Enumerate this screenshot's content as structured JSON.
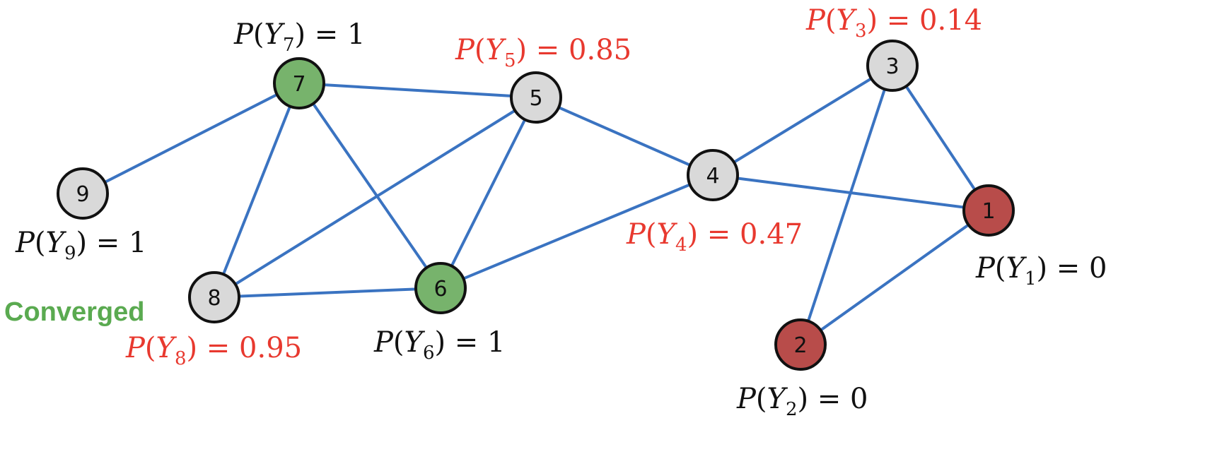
{
  "colors": {
    "edge": "#3a73c1",
    "node_unlabeled": "#d9d9d9",
    "node_converged": "#77b36c",
    "node_labeled_zero": "#b84c4a",
    "text_fixed": "#111111",
    "text_updating": "#e8392f",
    "converged_label": "#5aaa50"
  },
  "status_label": "Converged",
  "nodes": [
    {
      "id": "1",
      "state": "labeled_zero",
      "prob_var": "Y",
      "prob_sub": "1",
      "prob_value": "0",
      "text_state": "fixed"
    },
    {
      "id": "2",
      "state": "labeled_zero",
      "prob_var": "Y",
      "prob_sub": "2",
      "prob_value": "0",
      "text_state": "fixed"
    },
    {
      "id": "3",
      "state": "unlabeled",
      "prob_var": "Y",
      "prob_sub": "3",
      "prob_value": "0.14",
      "text_state": "updating"
    },
    {
      "id": "4",
      "state": "unlabeled",
      "prob_var": "Y",
      "prob_sub": "4",
      "prob_value": "0.47",
      "text_state": "updating"
    },
    {
      "id": "5",
      "state": "unlabeled",
      "prob_var": "Y",
      "prob_sub": "5",
      "prob_value": "0.85",
      "text_state": "updating"
    },
    {
      "id": "6",
      "state": "converged",
      "prob_var": "Y",
      "prob_sub": "6",
      "prob_value": "1",
      "text_state": "fixed"
    },
    {
      "id": "7",
      "state": "converged",
      "prob_var": "Y",
      "prob_sub": "7",
      "prob_value": "1",
      "text_state": "fixed"
    },
    {
      "id": "8",
      "state": "unlabeled",
      "prob_var": "Y",
      "prob_sub": "8",
      "prob_value": "0.95",
      "text_state": "updating"
    },
    {
      "id": "9",
      "state": "unlabeled",
      "prob_var": "Y",
      "prob_sub": "9",
      "prob_value": "1",
      "text_state": "fixed"
    }
  ],
  "edges": [
    [
      "7",
      "9"
    ],
    [
      "7",
      "8"
    ],
    [
      "7",
      "6"
    ],
    [
      "7",
      "5"
    ],
    [
      "5",
      "8"
    ],
    [
      "5",
      "6"
    ],
    [
      "5",
      "4"
    ],
    [
      "8",
      "6"
    ],
    [
      "6",
      "4"
    ],
    [
      "4",
      "3"
    ],
    [
      "4",
      "1"
    ],
    [
      "3",
      "1"
    ],
    [
      "3",
      "2"
    ],
    [
      "1",
      "2"
    ]
  ]
}
